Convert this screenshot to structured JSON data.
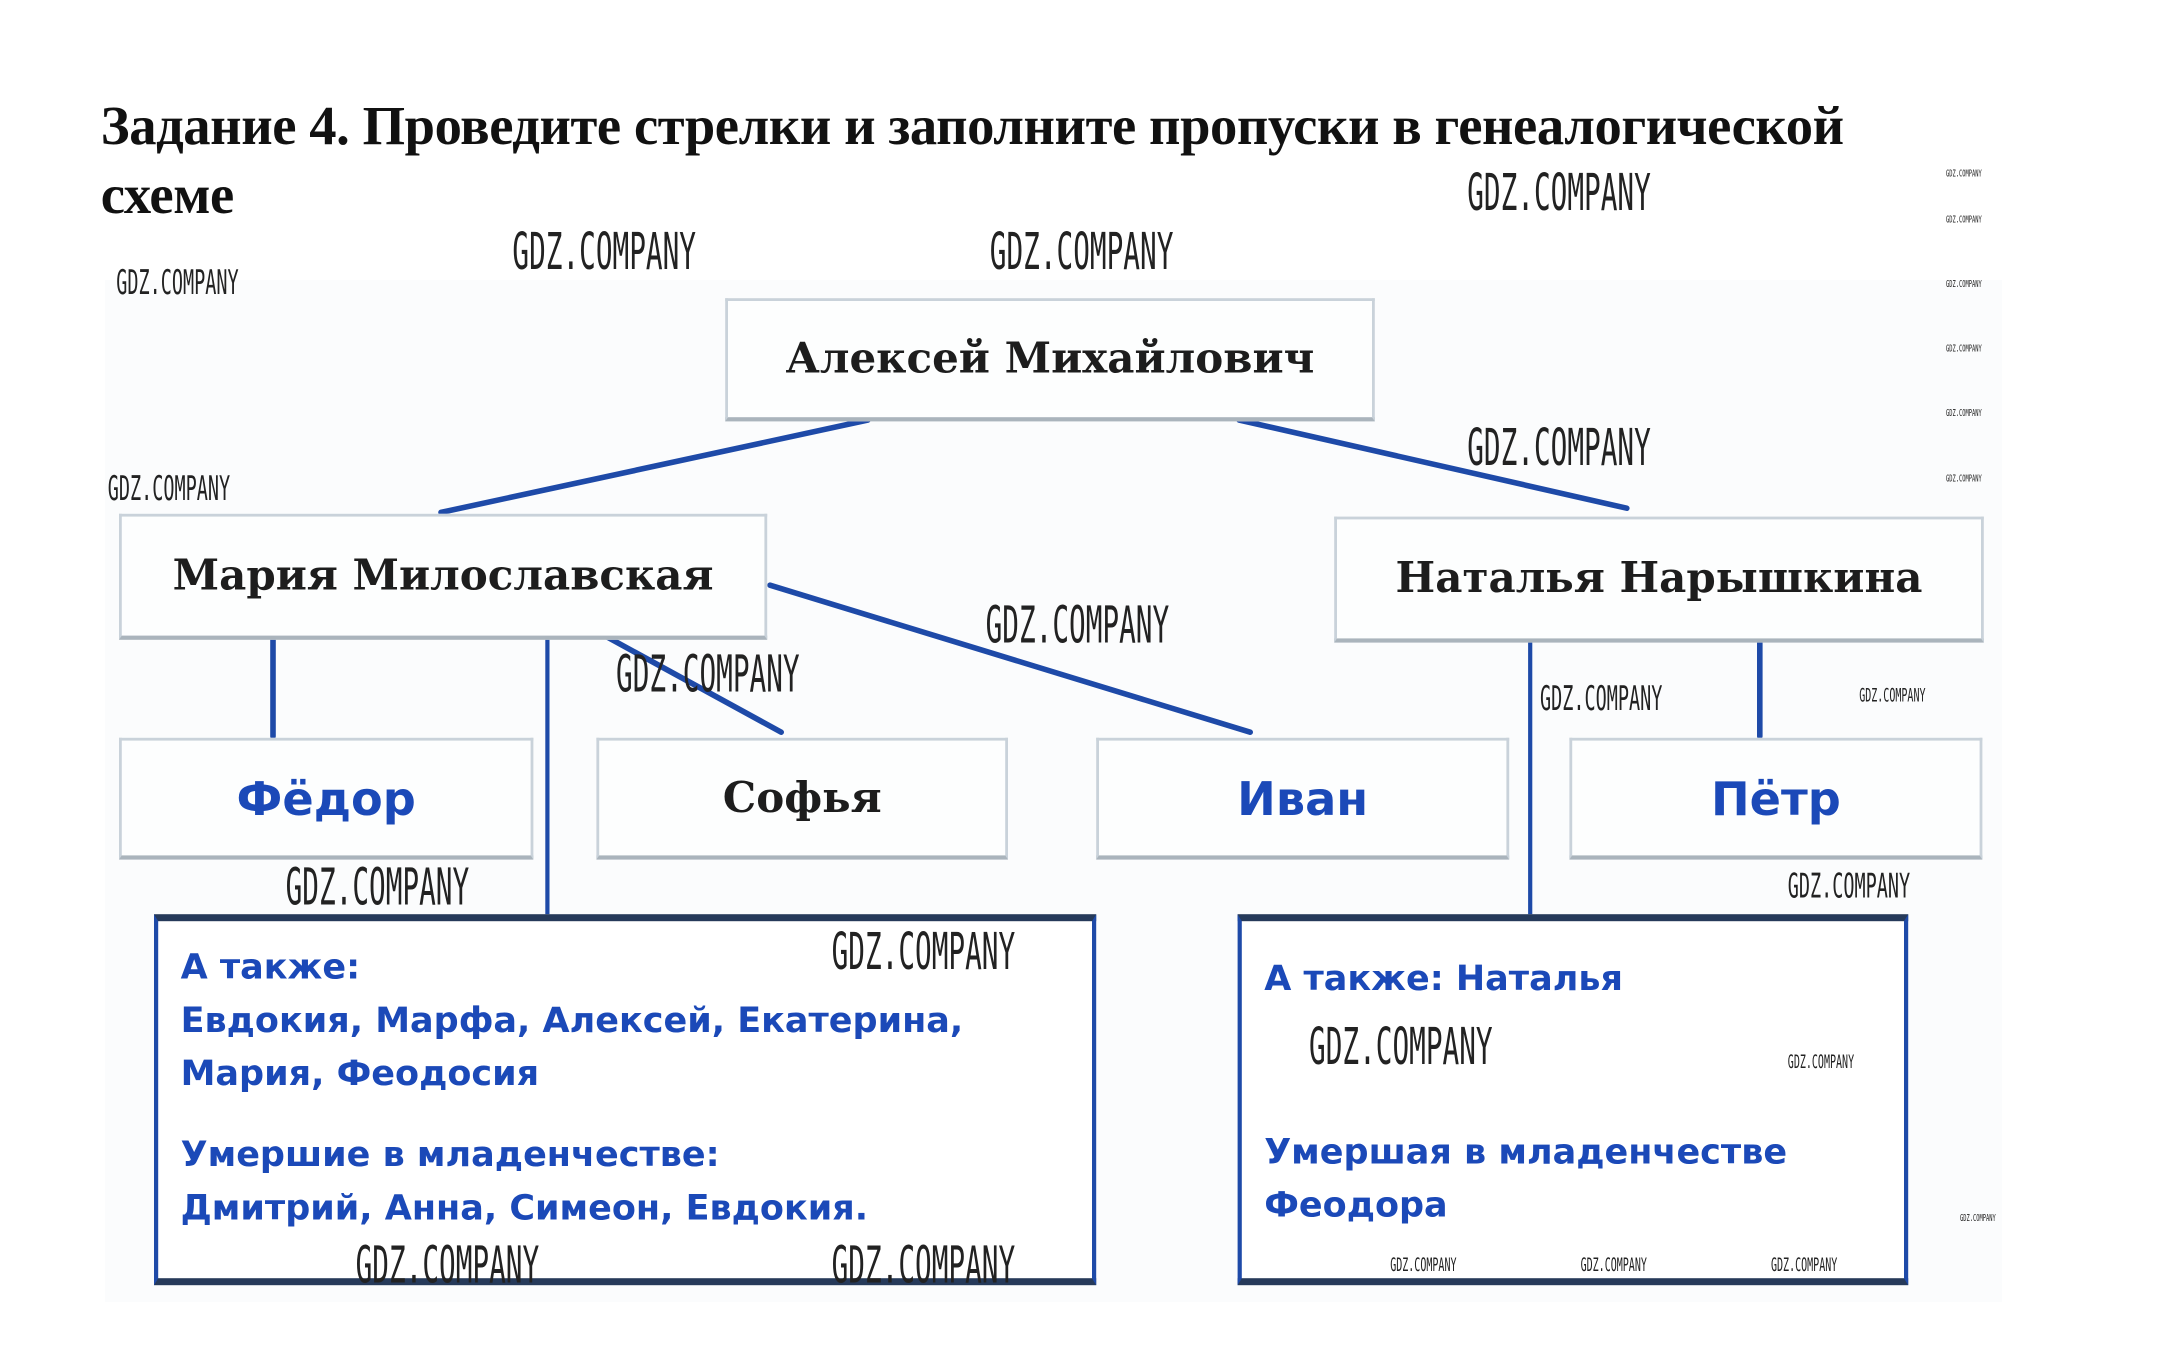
{
  "task": {
    "title_line1": "Задание 4. Проведите стрелки и заполните пропуски в генеалогической",
    "title_line2": "схеме"
  },
  "tree": {
    "father": "Алексей Михайлович",
    "wife1": "Мария Милославская",
    "wife2": "Наталья Нарышкина",
    "children": {
      "fedor": "Фёдор",
      "sofya": "Софья",
      "ivan": "Иван",
      "petr": "Пётр"
    },
    "left_box": {
      "also_label": "А также:",
      "also_line1": "Евдокия, Марфа, Алексей, Екатерина,",
      "also_line2": "Мария, Феодосия",
      "died_label": "Умершие в младенчестве:",
      "died_names": "Дмитрий, Анна, Симеон, Евдокия."
    },
    "right_box": {
      "also": "А также: Наталья",
      "died_label": "Умершая в младенчестве",
      "died_names": "Феодора"
    }
  },
  "watermarks": [
    "GDZ.COMPANY",
    "GDZ.COMPANY",
    "GDZ.COMPANY",
    "GDZ.COMPANY",
    "GDZ.COMPANY",
    "GDZ.COMPANY",
    "GDZ.COMPANY",
    "GDZ.COMPANY",
    "GDZ.COMPANY",
    "GDZ.COMPANY",
    "GDZ.COMPANY",
    "GDZ.COMPANY",
    "GDZ.COMPANY",
    "GDZ.COMPANY",
    "GDZ.COMPANY",
    "GDZ.COMPANY",
    "GDZ.COMPANY",
    "GDZ.COMPANY",
    "GDZ.COMPANY",
    "GDZ.COMPANY",
    "GDZ.COMPANY",
    "GDZ.COMPANY",
    "GDZ.COMPANY",
    "GDZ.COMPANY",
    "GDZ.COMPANY",
    "GDZ.COMPANY",
    "GDZ.COMPANY"
  ],
  "colors": {
    "line": "#1e4aa8",
    "text_blue": "#1b49b8"
  }
}
